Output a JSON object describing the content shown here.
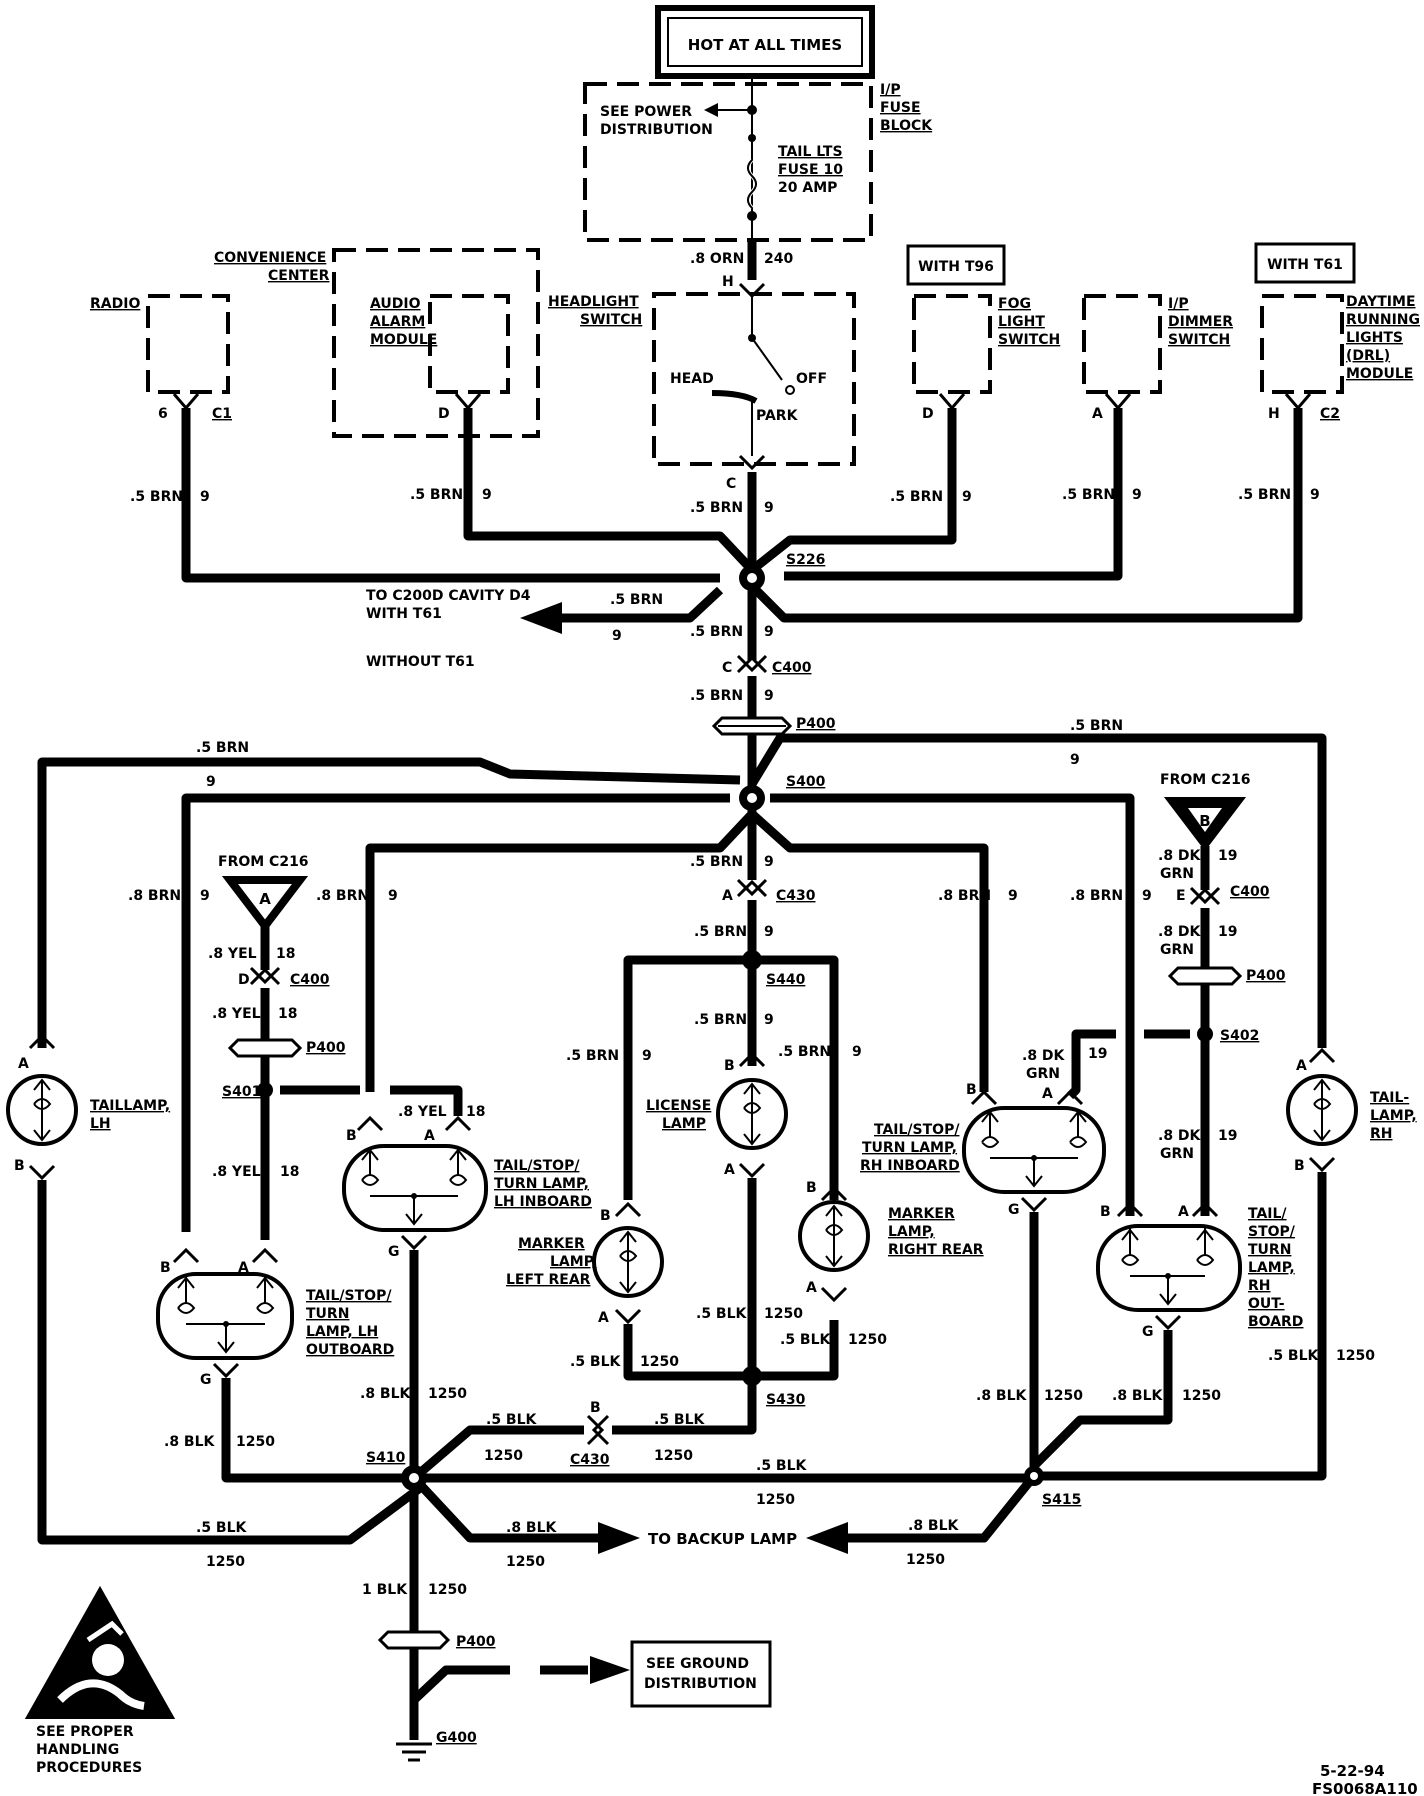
{
  "header": {
    "hot": "HOT AT ALL TIMES"
  },
  "fuse_block": {
    "see_power_1": "SEE POWER",
    "see_power_2": "DISTRIBUTION",
    "name_1": "I/P",
    "name_2": "FUSE",
    "name_3": "BLOCK",
    "fuse_1": "TAIL LTS",
    "fuse_2": "FUSE 10",
    "fuse_3": "20 AMP"
  },
  "feed": {
    "wire": ".8 ORN",
    "circuit": "240",
    "pin": "H"
  },
  "components": {
    "radio": "RADIO",
    "conv_1": "CONVENIENCE",
    "conv_2": "CENTER",
    "audio_1": "AUDIO",
    "audio_2": "ALARM",
    "audio_3": "MODULE",
    "hs_1": "HEADLIGHT",
    "hs_2": "SWITCH",
    "head": "HEAD",
    "off": "OFF",
    "park": "PARK",
    "with_t96": "WITH T96",
    "fog_1": "FOG",
    "fog_2": "LIGHT",
    "fog_3": "SWITCH",
    "dim_1": "I/P",
    "dim_2": "DIMMER",
    "dim_3": "SWITCH",
    "with_t61": "WITH T61",
    "drl_1": "DAYTIME",
    "drl_2": "RUNNING",
    "drl_3": "LIGHTS",
    "drl_4": "(DRL)",
    "drl_5": "MODULE"
  },
  "pins": {
    "radio_pin": "6",
    "radio_conn": "C1",
    "audio_pin": "D",
    "hs_pin": "C",
    "fog_pin": "D",
    "dim_pin": "A",
    "drl_pin": "H",
    "drl_conn": "C2"
  },
  "wires": {
    "brn5": ".5 BRN",
    "c9": "9",
    "brn8": ".8 BRN",
    "yel8": ".8 YEL",
    "c18": "18",
    "dkgrn8": ".8 DK",
    "grn": "GRN",
    "c19": "19",
    "blk5": ".5 BLK",
    "blk8": ".8 BLK",
    "blk1": "1 BLK",
    "c1250": "1250"
  },
  "splices": {
    "s226": "S226",
    "s400": "S400",
    "s440": "S440",
    "s401": "S401",
    "s402": "S402",
    "s430": "S430",
    "s410": "S410",
    "s415": "S415"
  },
  "connectors": {
    "c400": "C400",
    "p400": "P400",
    "c430": "C430",
    "from_c216_a": "FROM C216",
    "from_c216_b": "FROM C216",
    "a": "A",
    "b": "B",
    "c": "C",
    "d": "D",
    "e": "E",
    "g": "G"
  },
  "routes": {
    "to_c200d": "TO C200D CAVITY D4",
    "with_t61": "WITH T61",
    "without_t61": "WITHOUT T61",
    "to_backup": "TO BACKUP LAMP"
  },
  "lamps": {
    "taillamp_lh_1": "TAILLAMP,",
    "taillamp_lh_2": "LH",
    "tst_lh_in_1": "TAIL/STOP/",
    "tst_lh_in_2": "TURN LAMP,",
    "tst_lh_in_3": "LH INBOARD",
    "tst_lh_out_1": "TAIL/STOP/",
    "tst_lh_out_2": "TURN",
    "tst_lh_out_3": "LAMP, LH",
    "tst_lh_out_4": "OUTBOARD",
    "license_1": "LICENSE",
    "license_2": "LAMP",
    "marker_l_1": "MARKER",
    "marker_l_2": "LAMP,",
    "marker_l_3": "LEFT REAR",
    "marker_r_1": "MARKER",
    "marker_r_2": "LAMP,",
    "marker_r_3": "RIGHT REAR",
    "tst_rh_in_1": "TAIL/STOP/",
    "tst_rh_in_2": "TURN LAMP,",
    "tst_rh_in_3": "RH INBOARD",
    "tst_rh_out_1": "TAIL/",
    "tst_rh_out_2": "STOP/",
    "tst_rh_out_3": "TURN",
    "tst_rh_out_4": "LAMP,",
    "tst_rh_out_5": "RH",
    "tst_rh_out_6": "OUT-",
    "tst_rh_out_7": "BOARD",
    "taillamp_rh_1": "TAIL-",
    "taillamp_rh_2": "LAMP,",
    "taillamp_rh_3": "RH"
  },
  "ground": {
    "see_ground_1": "SEE GROUND",
    "see_ground_2": "DISTRIBUTION",
    "g400": "G400"
  },
  "warning": {
    "line1": "SEE PROPER",
    "line2": "HANDLING",
    "line3": "PROCEDURES"
  },
  "footer": {
    "date": "5-22-94",
    "code": "FS0068A110"
  }
}
